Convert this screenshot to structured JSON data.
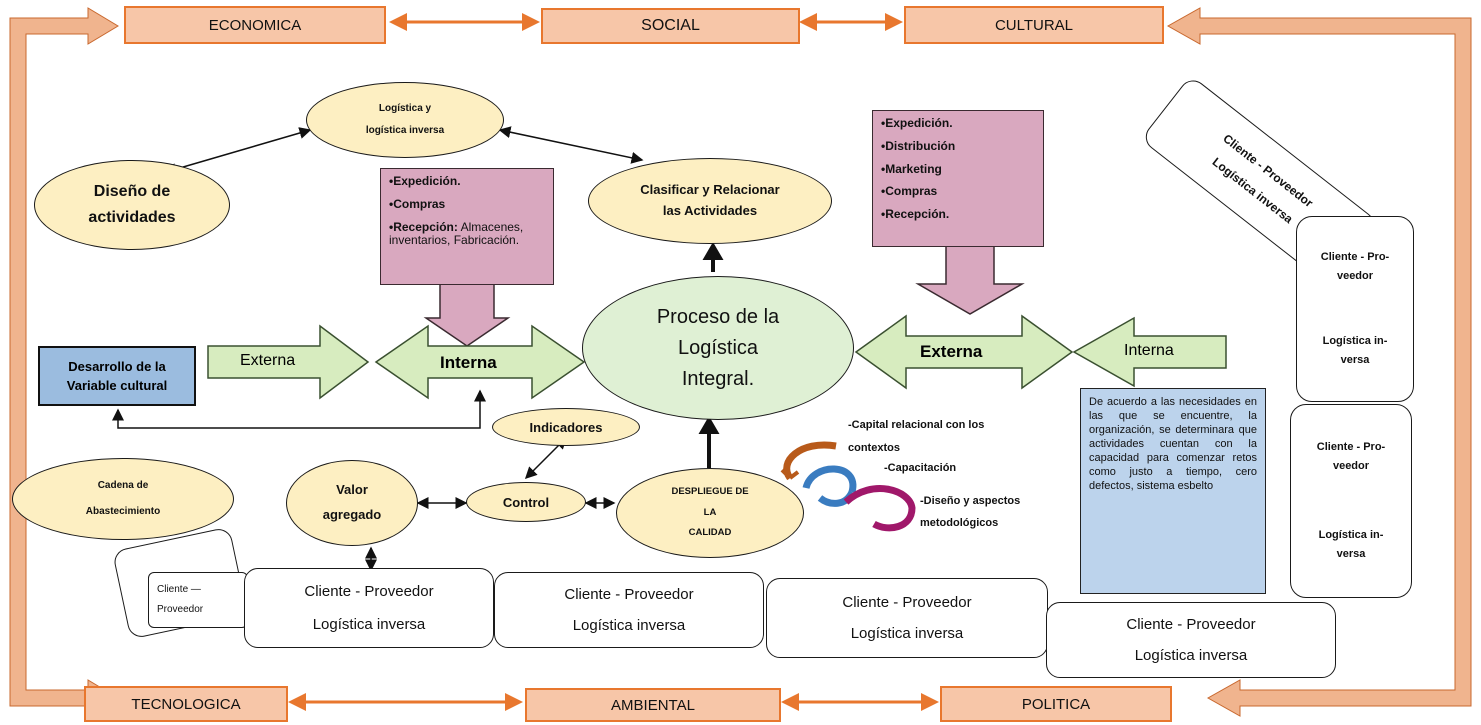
{
  "contexts": {
    "top": [
      "ECONOMICA",
      "SOCIAL",
      "CULTURAL"
    ],
    "bottom": [
      "TECNOLOGICA",
      "AMBIENTAL",
      "POLITICA"
    ]
  },
  "center": {
    "line1": "Proceso de la",
    "line2": "Logística",
    "line3": "Integral."
  },
  "logistica_inversa": {
    "line1": "Logística y",
    "line2": "logística inversa"
  },
  "diseno": {
    "line1": "Diseño de",
    "line2": "actividades"
  },
  "clasificar": {
    "line1": "Clasificar y Relacionar",
    "line2": "las Actividades"
  },
  "pink_left": {
    "item1": "•Expedición.",
    "item2": "•Compras",
    "item3_bold": "•Recepción:",
    "item3_rest": " Almacenes, inventarios, Fabricación."
  },
  "pink_right": [
    "•Expedición.",
    "•Distribución",
    "•Marketing",
    "•Compras",
    "•Recepción."
  ],
  "arrows": {
    "externa_left": "Externa",
    "interna_left": "Interna",
    "externa_right": "Externa",
    "interna_right": "Interna"
  },
  "variable_cultural": {
    "line1": "Desarrollo de la",
    "line2": "Variable cultural"
  },
  "indicadores": "Indicadores",
  "control": "Control",
  "valor": {
    "line1": "Valor",
    "line2": "agregado"
  },
  "cadena": {
    "line1": "Cadena de",
    "line2": "Abastecimiento"
  },
  "despliegue": {
    "line1": "DESPLIEGUE DE",
    "line2": "LA",
    "line3": "CALIDAD"
  },
  "capital": {
    "line1": "-Capital relacional con los",
    "line2": "contextos"
  },
  "capacitacion": "-Capacitación",
  "diseno_aspectos": {
    "line1": "-Diseño y aspectos",
    "line2": "metodológicos"
  },
  "blue_note": "De acuerdo a las necesidades en las que se encuentre, la organización, se determinara que actividades cuentan con la capacidad para comenzar retos como justo a tiempo, cero defectos, sistema esbelto",
  "cliente_proveedor": "Cliente - Proveedor",
  "logistica_inv": "Logística inversa",
  "small_cp": {
    "line1": "Cliente —",
    "line2": "Proveedor"
  },
  "vert_cp": {
    "line1": "Cliente - Pro-",
    "line2": "veedor",
    "line3": "Logística in-",
    "line4": "versa"
  }
}
